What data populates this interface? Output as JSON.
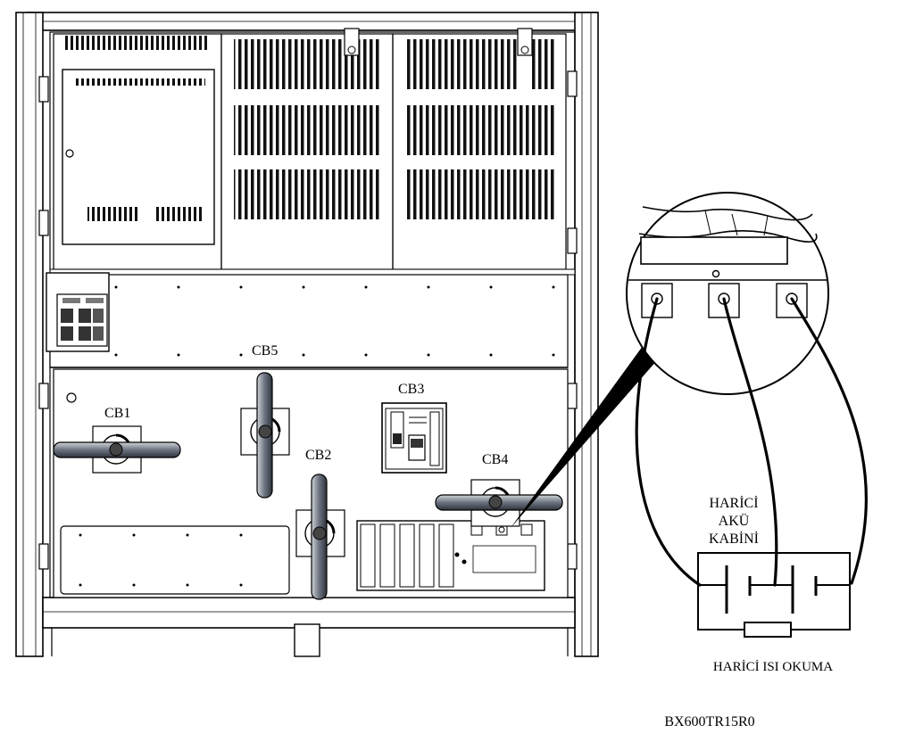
{
  "breakers": {
    "cb1": "CB1",
    "cb2": "CB2",
    "cb3": "CB3",
    "cb4": "CB4",
    "cb5": "CB5"
  },
  "battery_cabinet": {
    "line1": "HARİCİ",
    "line2": "AKÜ",
    "line3": "KABİNİ"
  },
  "temperature_label": "HARİCİ ISI OKUMA",
  "model_code": "BX600TR15R0",
  "colors": {
    "line": "#000000",
    "background": "#ffffff",
    "panel_fill": "#f4f4f4"
  }
}
